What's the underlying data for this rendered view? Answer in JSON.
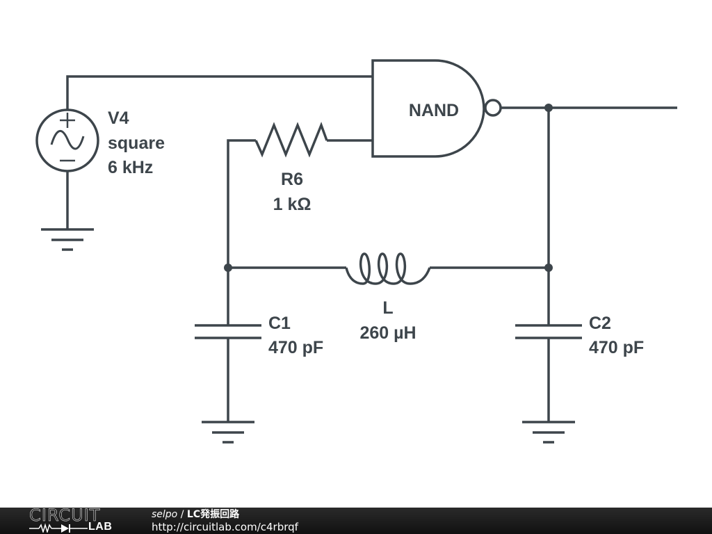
{
  "schematic": {
    "components": {
      "source": {
        "name": "V4",
        "type": "square",
        "value": "6 kHz"
      },
      "gate": {
        "name": "NAND"
      },
      "resistor": {
        "name": "R6",
        "value": "1 kΩ"
      },
      "inductor": {
        "name": "L",
        "value": "260 µH"
      },
      "cap1": {
        "name": "C1",
        "value": "470 pF"
      },
      "cap2": {
        "name": "C2",
        "value": "470 pF"
      }
    },
    "source_polarity": {
      "plus": "+",
      "minus": "−"
    }
  },
  "footer": {
    "logo_top": "CIRCUIT",
    "logo_bottom": "LAB",
    "author": "selpo",
    "separator": " / ",
    "circuit_title": "LC発振回路",
    "url": "http://circuitlab.com/c4rbrqf"
  },
  "colors": {
    "ink": "#3d454b",
    "footer_bg": "#1a1a1a",
    "background": "#ffffff"
  }
}
